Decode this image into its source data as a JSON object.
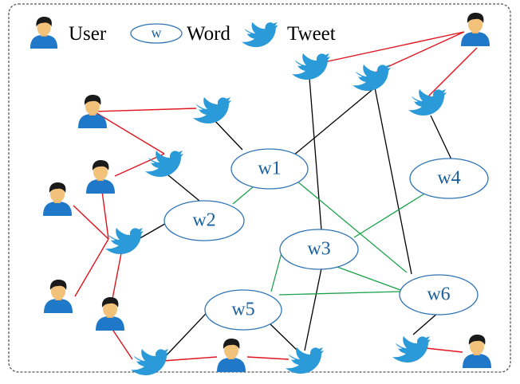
{
  "legend": {
    "user_label": "User",
    "word_symbol": "w",
    "word_label": "Word",
    "tweet_label": "Tweet"
  },
  "words": [
    {
      "id": "w1",
      "label": "w1"
    },
    {
      "id": "w2",
      "label": "w2"
    },
    {
      "id": "w3",
      "label": "w3"
    },
    {
      "id": "w4",
      "label": "w4"
    },
    {
      "id": "w5",
      "label": "w5"
    },
    {
      "id": "w6",
      "label": "w6"
    }
  ],
  "colors": {
    "user_tweet_edge": "#e0141e",
    "tweet_word_edge": "#000000",
    "word_word_edge": "#1aa14a",
    "word_node_stroke": "#2f74b5",
    "word_text": "#1a5f9c",
    "tweet_bird": "#2b9ad8",
    "user_shirt": "#1f78c8",
    "user_hair": "#1a1a1a",
    "user_skin": "#f3c27a",
    "border": "#555555"
  },
  "icons": {
    "user": "user-icon",
    "tweet": "tweet-bird-icon",
    "word": "word-ellipse"
  }
}
